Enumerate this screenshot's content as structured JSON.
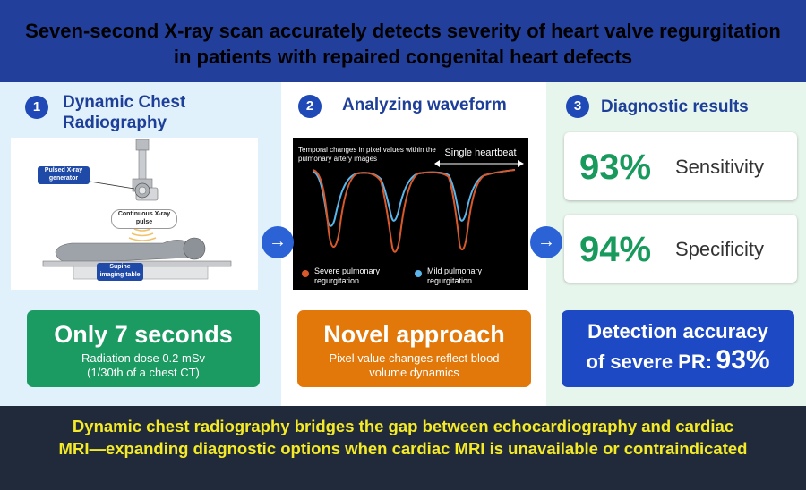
{
  "title": "Seven-second X-ray scan accurately detects severity of heart valve regurgitation in patients with repaired congenital heart defects",
  "steps": [
    {
      "number": "1",
      "title": "Dynamic Chest Radiography"
    },
    {
      "number": "2",
      "title": "Analyzing waveform"
    },
    {
      "number": "3",
      "title": "Diagnostic results"
    }
  ],
  "radiography_diagram": {
    "generator_label": "Pulsed X-ray generator",
    "pulse_label": "Continuous X-ray pulse",
    "table_label": "Supine imaging table"
  },
  "waveform": {
    "caption": "Temporal changes in pixel values within the pulmonary artery images",
    "heartbeat_label": "Single heartbeat",
    "legend": [
      {
        "label": "Severe pulmonary regurgitation",
        "color": "#d9592b"
      },
      {
        "label": "Mild pulmonary regurgitation",
        "color": "#5ab6ea"
      }
    ]
  },
  "arrows": [
    "→",
    "→"
  ],
  "results": [
    {
      "value": "93%",
      "label": "Sensitivity"
    },
    {
      "value": "94%",
      "label": "Specificity"
    }
  ],
  "boxes": {
    "speed": {
      "headline": "Only 7 seconds",
      "line1": "Radiation dose 0.2 mSv",
      "line2": "(1/30th of a chest CT)"
    },
    "novel": {
      "headline": "Novel approach",
      "line1": "Pixel value changes reflect blood",
      "line2": "volume dynamics"
    },
    "accuracy": {
      "line1": "Detection accuracy",
      "line2_prefix": "of severe PR:",
      "value": "93%"
    }
  },
  "bottom": {
    "line1": "Dynamic chest radiography bridges the gap between echocardiography and cardiac",
    "line2": "MRI—expanding diagnostic options when cardiac MRI is unavailable or contraindicated"
  },
  "colors": {
    "title_bar": "#233f9c",
    "green": "#1b9a62",
    "orange": "#e2780a",
    "blue": "#1e49c4",
    "bottom_bar": "#202a3a",
    "bottom_text": "#f4ea26"
  }
}
